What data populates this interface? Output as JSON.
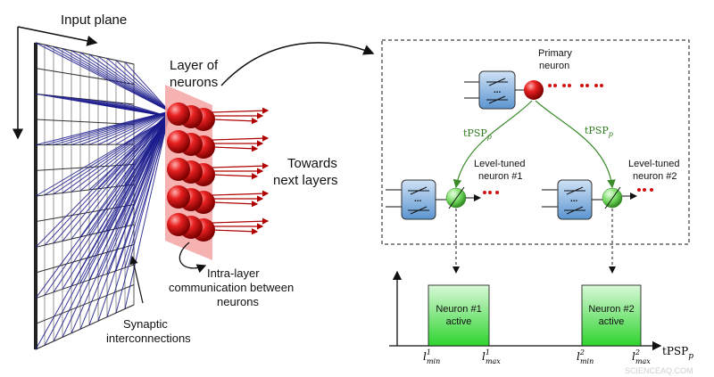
{
  "labels": {
    "input_plane": "Input plane",
    "layer_of_neurons_1": "Layer of",
    "layer_of_neurons_2": "neurons",
    "towards_1": "Towards",
    "towards_2": "next layers",
    "intra_1": "Intra-layer",
    "intra_2": "communication between",
    "intra_3": "neurons",
    "synaptic_1": "Synaptic",
    "synaptic_2": "interconnections",
    "primary_1": "Primary",
    "primary_2": "neuron",
    "tpsp": "tPSP",
    "tpsp_sub": "p",
    "level_tuned_1a": "Level-tuned",
    "level_tuned_1b": "neuron #1",
    "level_tuned_2a": "Level-tuned",
    "level_tuned_2b": "neuron #2",
    "neuron1_active_a": "Neuron #1",
    "neuron1_active_b": "active",
    "neuron2_active_a": "Neuron #2",
    "neuron2_active_b": "active",
    "axis_label": "tPSP",
    "axis_sub": "p",
    "l_min_1": "l",
    "l_min_1_sup": "1",
    "l_min_1_sub": "min",
    "l_max_1": "l",
    "l_max_1_sup": "1",
    "l_max_1_sub": "max",
    "l_min_2": "l",
    "l_min_2_sup": "2",
    "l_min_2_sub": "min",
    "l_max_2": "l",
    "l_max_2_sup": "2",
    "l_max_2_sub": "max",
    "watermark": "SCIENCEAQ.COM"
  },
  "colors": {
    "neuron_red": "#e01010",
    "synapse_blue": "#1a1a8c",
    "layer_pink": "#f5a3a3",
    "green_edge": "#3a8a2a",
    "box_blue": "#6fa8dc",
    "active_green": "#3ddc3d"
  }
}
